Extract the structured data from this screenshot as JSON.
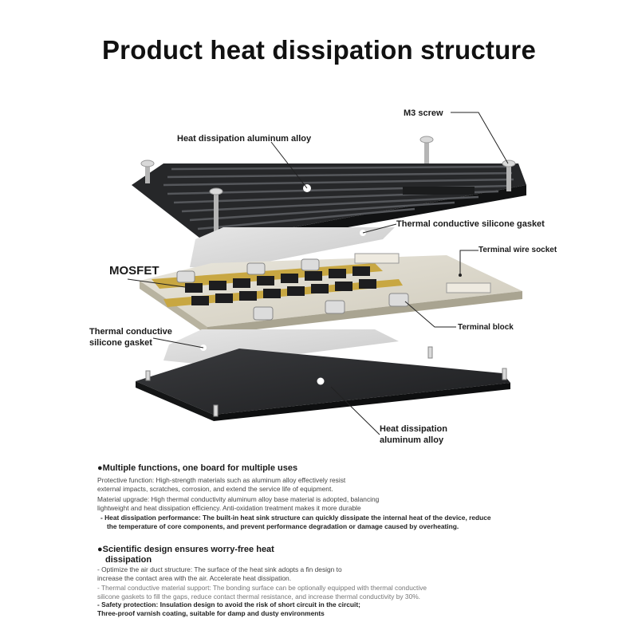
{
  "title": "Product heat dissipation structure",
  "labels": {
    "top_sink": "Heat dissipation aluminum alloy",
    "screw": "M3 screw",
    "top_gasket": "Thermal conductive silicone gasket",
    "mosfet": "MOSFET",
    "wire_socket": "Terminal wire socket",
    "terminal_block": "Terminal block",
    "bottom_gasket_line1": "Thermal conductive",
    "bottom_gasket_line2": "silicone gasket",
    "bottom_sink_line1": "Heat dissipation",
    "bottom_sink_line2": "aluminum alloy"
  },
  "section1": {
    "heading": "Multiple functions, one board for multiple uses",
    "p1_line1": "Protective function: High-strength materials such as aluminum alloy effectively resist",
    "p1_line2": "external impacts, scratches, corrosion, and extend the service life of equipment.",
    "p2_line1": "Material upgrade: High thermal conductivity aluminum alloy base material is adopted, balancing",
    "p2_line2": "lightweight and heat dissipation efficiency. Anti-oxidation treatment makes it more durable",
    "p3_line1": "- Heat dissipation performance: The built-in heat sink structure can quickly dissipate the internal heat of the device, reduce",
    "p3_line2": "the temperature of core components, and prevent performance degradation or damage caused by overheating."
  },
  "section2": {
    "heading_line1": "Scientific design ensures worry-free heat",
    "heading_line2": "dissipation",
    "p1_line1": "- Optimize the air duct structure: The surface of the heat sink adopts a fin design to",
    "p1_line2": "increase the contact area with the air. Accelerate heat dissipation.",
    "p2_line1": "- Thermal conductive material support: The bonding surface can be optionally equipped with thermal conductive",
    "p2_line2": "silicone gaskets to fill the gaps, reduce contact thermal resistance, and increase thermal conductivity by 30%.",
    "p3": "- Safety protection: Insulation design to avoid the risk of short circuit in the circuit;",
    "p4": "Three-proof varnish coating, suitable for damp and dusty environments"
  }
}
